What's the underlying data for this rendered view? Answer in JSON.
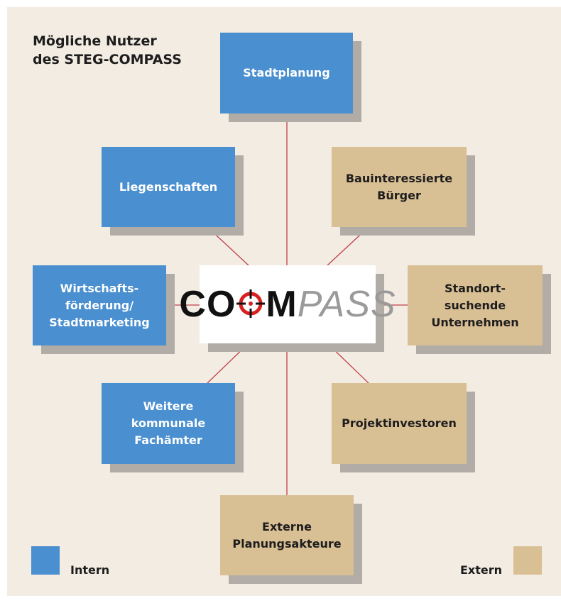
{
  "title": {
    "line1": "Mögliche Nutzer",
    "line2": "des STEG-COMPASS"
  },
  "center": {
    "logo_prefix": "CO",
    "logo_bold_end": "M",
    "logo_suffix": "PASS"
  },
  "nodes": {
    "stadtplanung": {
      "lines": [
        "Stadtplanung"
      ],
      "group": "Intern"
    },
    "liegenschaften": {
      "lines": [
        "Liegenschaften"
      ],
      "group": "Intern"
    },
    "wirtschaft": {
      "lines": [
        "Wirtschafts-",
        "förderung/",
        "Stadtmarketing"
      ],
      "group": "Intern"
    },
    "weitere": {
      "lines": [
        "Weitere",
        "kommunale",
        "Fachämter"
      ],
      "group": "Intern"
    },
    "bauinteressierte": {
      "lines": [
        "Bauinteressierte",
        "Bürger"
      ],
      "group": "Extern"
    },
    "standort": {
      "lines": [
        "Standort-",
        "suchende",
        "Unternehmen"
      ],
      "group": "Extern"
    },
    "projekt": {
      "lines": [
        "Projektinvestoren"
      ],
      "group": "Extern"
    },
    "externe": {
      "lines": [
        "Externe",
        "Planungsakteure"
      ],
      "group": "Extern"
    }
  },
  "legend": {
    "intern": "Intern",
    "extern": "Extern"
  },
  "colors": {
    "background": "#f3ece2",
    "intern": "#4a8fd0",
    "extern": "#d9bf94",
    "shadow": "#b2aca6",
    "connector": "#c0392b",
    "target_red": "#d7201f"
  }
}
